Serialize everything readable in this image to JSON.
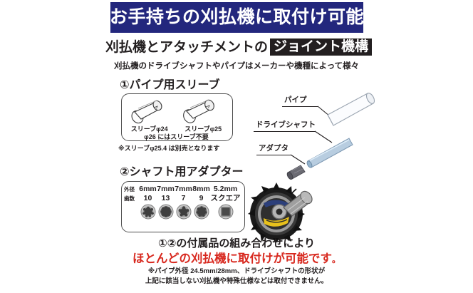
{
  "banner": {
    "text": "お手持ちの刈払機に取付け可能",
    "bg_color": "#23277d",
    "text_color": "#ffffff"
  },
  "headline": {
    "part1": "刈払機",
    "part2": "と",
    "part3": "アタッチメント",
    "part4": "の",
    "highlight": "ジョイント機構",
    "highlight_bg": "#231f20",
    "highlight_color": "#ffffff"
  },
  "subheadline": "刈払機のドライブシャフトやパイプはメーカーや機種によって様々",
  "section1": {
    "title": "①パイプ用スリーブ",
    "sleeves": [
      {
        "label": "スリーブφ24",
        "icon": "sleeve-tube-icon"
      },
      {
        "label": "スリーブφ25",
        "icon": "sleeve-tube-icon"
      }
    ],
    "note": "φ26 にはスリーブ不要",
    "footnote": "※スリーブφ25.4 は別売となります"
  },
  "section2": {
    "title": "②シャフト用アダプター",
    "table": {
      "row_headers": [
        "外径",
        "歯数"
      ],
      "outer_diameter": [
        "6mm",
        "7mm",
        "7mm",
        "8mm",
        "5.2mm"
      ],
      "tooth_count": [
        "10",
        "13",
        "7",
        "9",
        "スクエア"
      ],
      "icons": [
        "splined-socket-icon",
        "splined-socket-icon",
        "splined-socket-icon",
        "splined-socket-icon",
        "square-socket-icon"
      ]
    }
  },
  "diagram": {
    "callouts": [
      {
        "label": "パイプ",
        "name": "pipe"
      },
      {
        "label": "ドライブシャフト",
        "name": "drive-shaft"
      },
      {
        "label": "アダプタ",
        "name": "adapter"
      }
    ],
    "pipe_color": "#f2f4f7",
    "shaft_color": "#b8cde0",
    "adapter_color": "#6b6b73"
  },
  "conclusion": {
    "line1": "①②の付属品の組み合わせにより",
    "line2": "ほとんどの刈払機に取付けが可能です",
    "line2_period": "。",
    "line2_color": "#d8291f",
    "footnote_line1": "※パイプ外径 24.5mm/28mm、ドライブシャフトの形状が",
    "footnote_line2": "上記に該当しない刈払機や特殊仕様などは取付できません。"
  }
}
